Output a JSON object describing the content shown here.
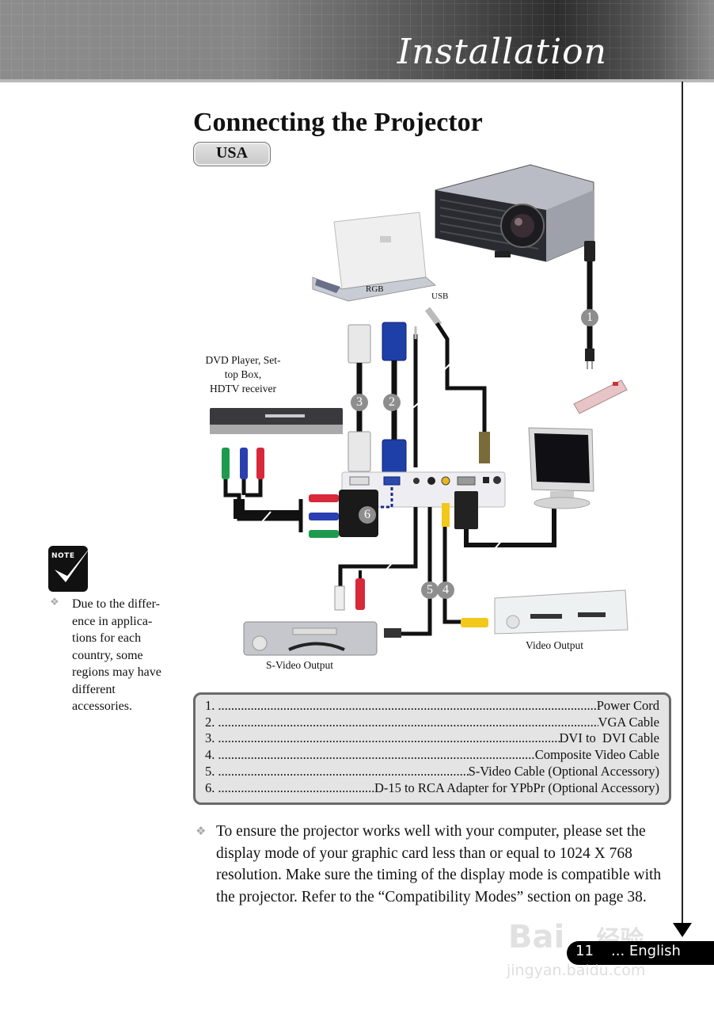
{
  "header": {
    "section_title": "Installation"
  },
  "page": {
    "title": "Connecting the Projector",
    "region_tag": "USA"
  },
  "diagram": {
    "labels": {
      "rgb": "RGB",
      "usb": "USB",
      "dvd_source": [
        "DVD Player, Set-",
        "top Box,",
        "HDTV receiver"
      ],
      "s_video_output": "S-Video Output",
      "video_output": "Video Output"
    },
    "badges": [
      "1",
      "2",
      "3",
      "4",
      "5",
      "6"
    ],
    "devices": [
      "projector",
      "laptop",
      "dvd-player",
      "crt-monitor",
      "power-strip",
      "vcr",
      "dvd-player-svideo"
    ],
    "cable_colors": {
      "green": "#1e9a4e",
      "blue": "#2a3fb0",
      "red": "#d8283a",
      "yellow": "#f2c81a",
      "vga_blue": "#1f3fa8",
      "dvi_white": "#e8e8e8",
      "cable_black": "#111111"
    }
  },
  "note": {
    "icon_label": "NOTE",
    "text": "Due to the difference in applications for each country, some regions may have different accessories.",
    "lines": [
      "Due to the differ-",
      "ence in applica-",
      "tions for each",
      "country, some",
      "regions may have",
      "different",
      "accessories."
    ]
  },
  "legend": {
    "items": [
      {
        "num": "1.",
        "text": "Power Cord"
      },
      {
        "num": "2.",
        "text": "VGA Cable"
      },
      {
        "num": "3.",
        "text": "DVI to  DVI Cable"
      },
      {
        "num": "4.",
        "text": "Composite Video Cable"
      },
      {
        "num": "5.",
        "text": "S-Video Cable (Optional Accessory)"
      },
      {
        "num": "6.",
        "text": "D-15 to RCA Adapter for YPbPr (Optional Accessory)"
      }
    ]
  },
  "body": {
    "paragraph": "To ensure the projector works well with your computer, please set the display mode of your graphic card less than or equal to 1024 X 768 resolution. Make sure the timing of the display mode is compatible with the projector.  Refer to the “Compatibility Modes” section on page 38."
  },
  "footer": {
    "page_number": "11",
    "language": "... English"
  },
  "watermark": {
    "brand": "Bai",
    "brand_cn": "经验",
    "url": "jingyan.baidu.com"
  }
}
